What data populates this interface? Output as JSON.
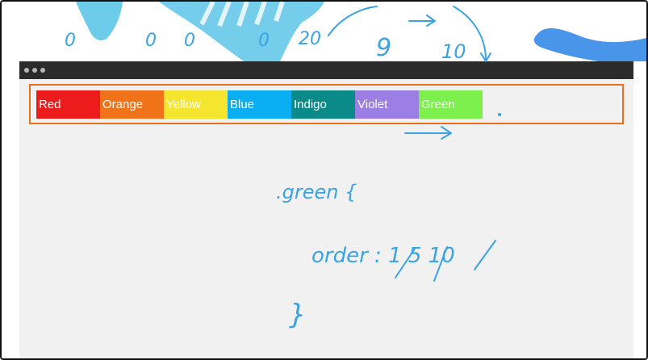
{
  "browser": {
    "window_controls": [
      "dot",
      "dot",
      "dot"
    ]
  },
  "flex_items": [
    {
      "label": "Red",
      "color": "#ec1c1c"
    },
    {
      "label": "Orange",
      "color": "#f0731a"
    },
    {
      "label": "Yellow",
      "color": "#f5e52e"
    },
    {
      "label": "Blue",
      "color": "#0aaef2"
    },
    {
      "label": "Indigo",
      "color": "#0b8a8a"
    },
    {
      "label": "Violet",
      "color": "#9b7fe4"
    },
    {
      "label": "Green",
      "color": "#7ef04e"
    }
  ],
  "annotations": {
    "order_numbers": [
      "0",
      "0",
      "0",
      "0",
      "20",
      "9",
      "10"
    ],
    "css_selector": ".green {",
    "css_rule": "order : 1 5 10",
    "css_close": "}",
    "color": "#3aa3e4"
  }
}
